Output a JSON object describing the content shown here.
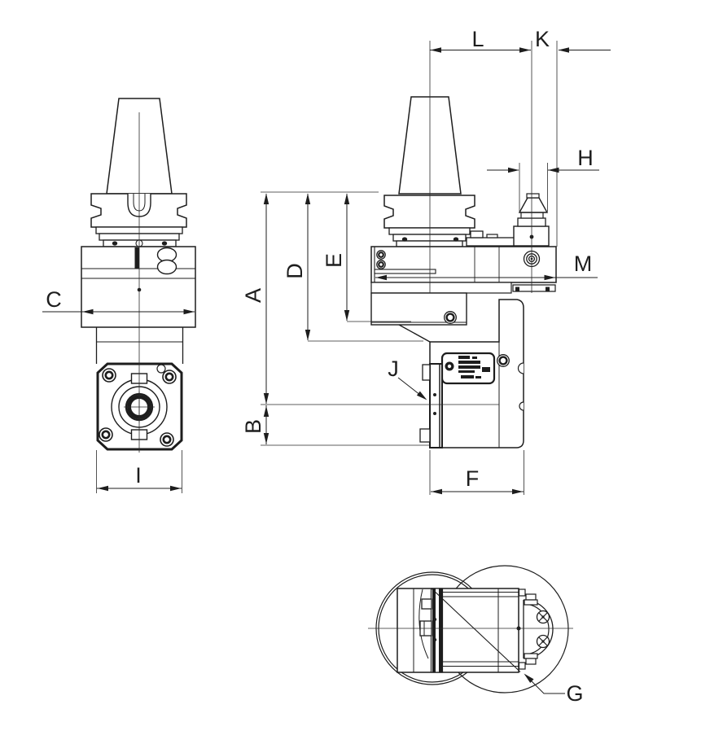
{
  "page": {
    "background": "#ffffff",
    "line_color": "#1d1d1d"
  },
  "dimension_labels": {
    "A": "A",
    "B": "B",
    "C": "C",
    "D": "D",
    "E": "E",
    "F": "F",
    "G": "G",
    "H": "H",
    "I": "I",
    "J": "J",
    "K": "K",
    "L": "L",
    "M": "M"
  }
}
